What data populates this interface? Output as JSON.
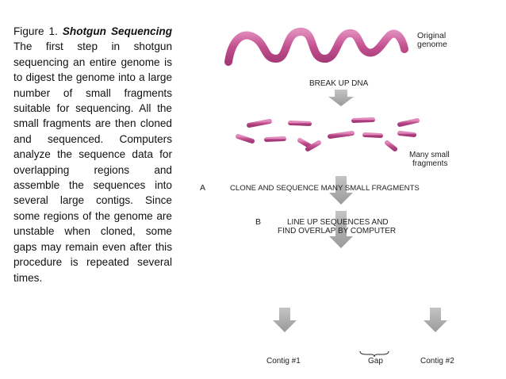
{
  "caption": {
    "figure": "Figure 1.",
    "title": "Shotgun Sequencing",
    "body": "The first step in shotgun sequencing an entire genome is to digest the genome into a large number of small fragments suitable for sequencing. All the small fragments are then cloned and sequenced. Computers analyze the sequence data for overlapping regions and assemble the sequences into several large contigs. Since some regions of the genome are unstable when cloned, some gaps may remain even after this procedure is repeated several times."
  },
  "diagram": {
    "original_genome_label": [
      "Original",
      "genome"
    ],
    "step_break": "BREAK UP DNA",
    "fragments_label": [
      "Many small",
      "fragments"
    ],
    "step_a_letter": "A",
    "step_a": "CLONE AND SEQUENCE MANY SMALL FRAGMENTS",
    "step_b_letter": "B",
    "step_b": [
      "LINE UP SEQUENCES AND",
      "FIND OVERLAP BY COMPUTER"
    ],
    "contig1": "Contig #1",
    "gap": "Gap",
    "contig2": "Contig #2"
  },
  "colors": {
    "dna": "#c2508f",
    "dna_light": "#d97fb0",
    "arrow": "#a8a8a8",
    "text": "#222222"
  }
}
